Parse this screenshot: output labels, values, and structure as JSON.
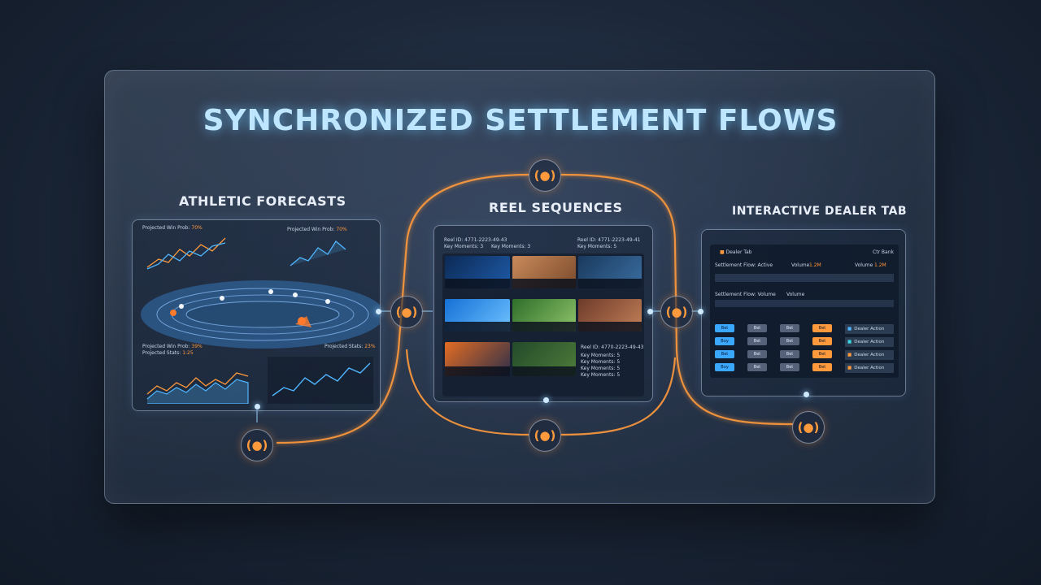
{
  "title": "SYNCHRONIZED SETTLEMENT FLOWS",
  "colors": {
    "accent": "#ff9a3c",
    "glow": "#8fd0ff",
    "title": "#bfe6ff"
  },
  "sections": {
    "athletic": "ATHLETIC FORECASTS",
    "reel": "REEL SEQUENCES",
    "dealer": "INTERACTIVE DEALER TAB"
  },
  "athletic": {
    "top_left_label": "Projected Win Prob:",
    "top_left_value": "70%",
    "top_right_label": "Projected Win Prob:",
    "top_right_value": "70%",
    "bottom_left_label1": "Projected Win Prob:",
    "bottom_left_value1": "39%",
    "bottom_left_label2": "Projected Stats:",
    "bottom_left_value2": "1:25",
    "bottom_right_label": "Projected Stats:",
    "bottom_right_value": "23%"
  },
  "reel": {
    "reel_id": "Reel ID: 4771-2223-49-43",
    "key_moments_a": "Key Moments: 3",
    "key_moments_b": "Key Moments: 3",
    "reel_id_2": "Reel ID: 4771-2223-49-41",
    "key_moments_c": "Key Moments: 5",
    "bottom_reel_id": "Reel ID: 4770-2223-49-43",
    "bottom_key_1": "Key Moments: 5",
    "bottom_key_2": "Key Moments: 5",
    "bottom_key_3": "Key Moments: 5",
    "bottom_key_4": "Key Moments: 5"
  },
  "dealer": {
    "header": "Dealer Tab",
    "header_right": "Ctr Bank",
    "row1_label": "Settlement Flow: Active",
    "row1_v1_label": "Volume",
    "row1_v1": "1.2M",
    "row1_v2_label": "Volume",
    "row1_v2": "1.2M",
    "row2_label": "Settlement Flow: Volume",
    "row2_v_label": "Volume",
    "buttons": [
      "Bet",
      "Bet",
      "Bet",
      "Bet",
      "Buy",
      "Bet",
      "Bet",
      "Bet",
      "Bet",
      "Bet",
      "Bet",
      "Bet",
      "Buy",
      "Bet",
      "Bet",
      "Bet"
    ],
    "side_items": [
      "Dealer Action",
      "Dealer Action",
      "Dealer Action",
      "Dealer Action"
    ]
  }
}
